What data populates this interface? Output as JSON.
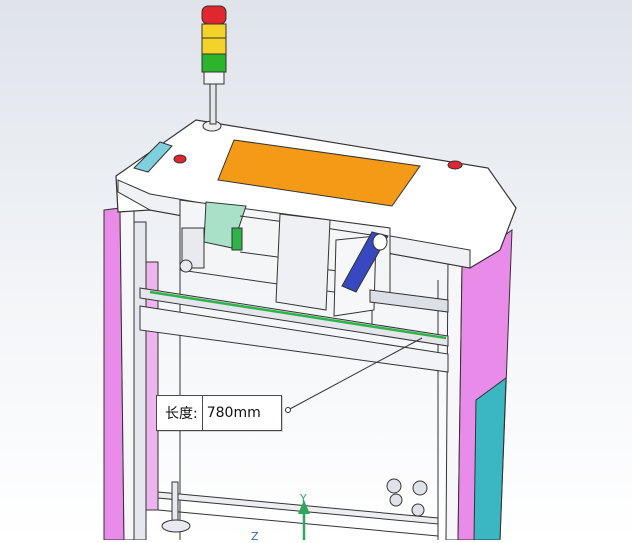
{
  "measurement": {
    "label": "长度:",
    "value": "780mm"
  },
  "triad": {
    "y_label": "Y",
    "z_label": "Z"
  },
  "colors": {
    "frame_panel": "#e98be8",
    "display_screen": "#f59a16",
    "side_glass": "#3ab7c3",
    "warning_red": "#e0262e",
    "warning_yellow": "#f5d22a",
    "warning_green": "#2bb52b",
    "conveyor_belt": "#2fb34a",
    "roller_blue": "#3848c0"
  },
  "icons": [
    "tower-light-icon",
    "emergency-stop-icon",
    "triad-axis-icon",
    "leveling-foot-icon"
  ]
}
